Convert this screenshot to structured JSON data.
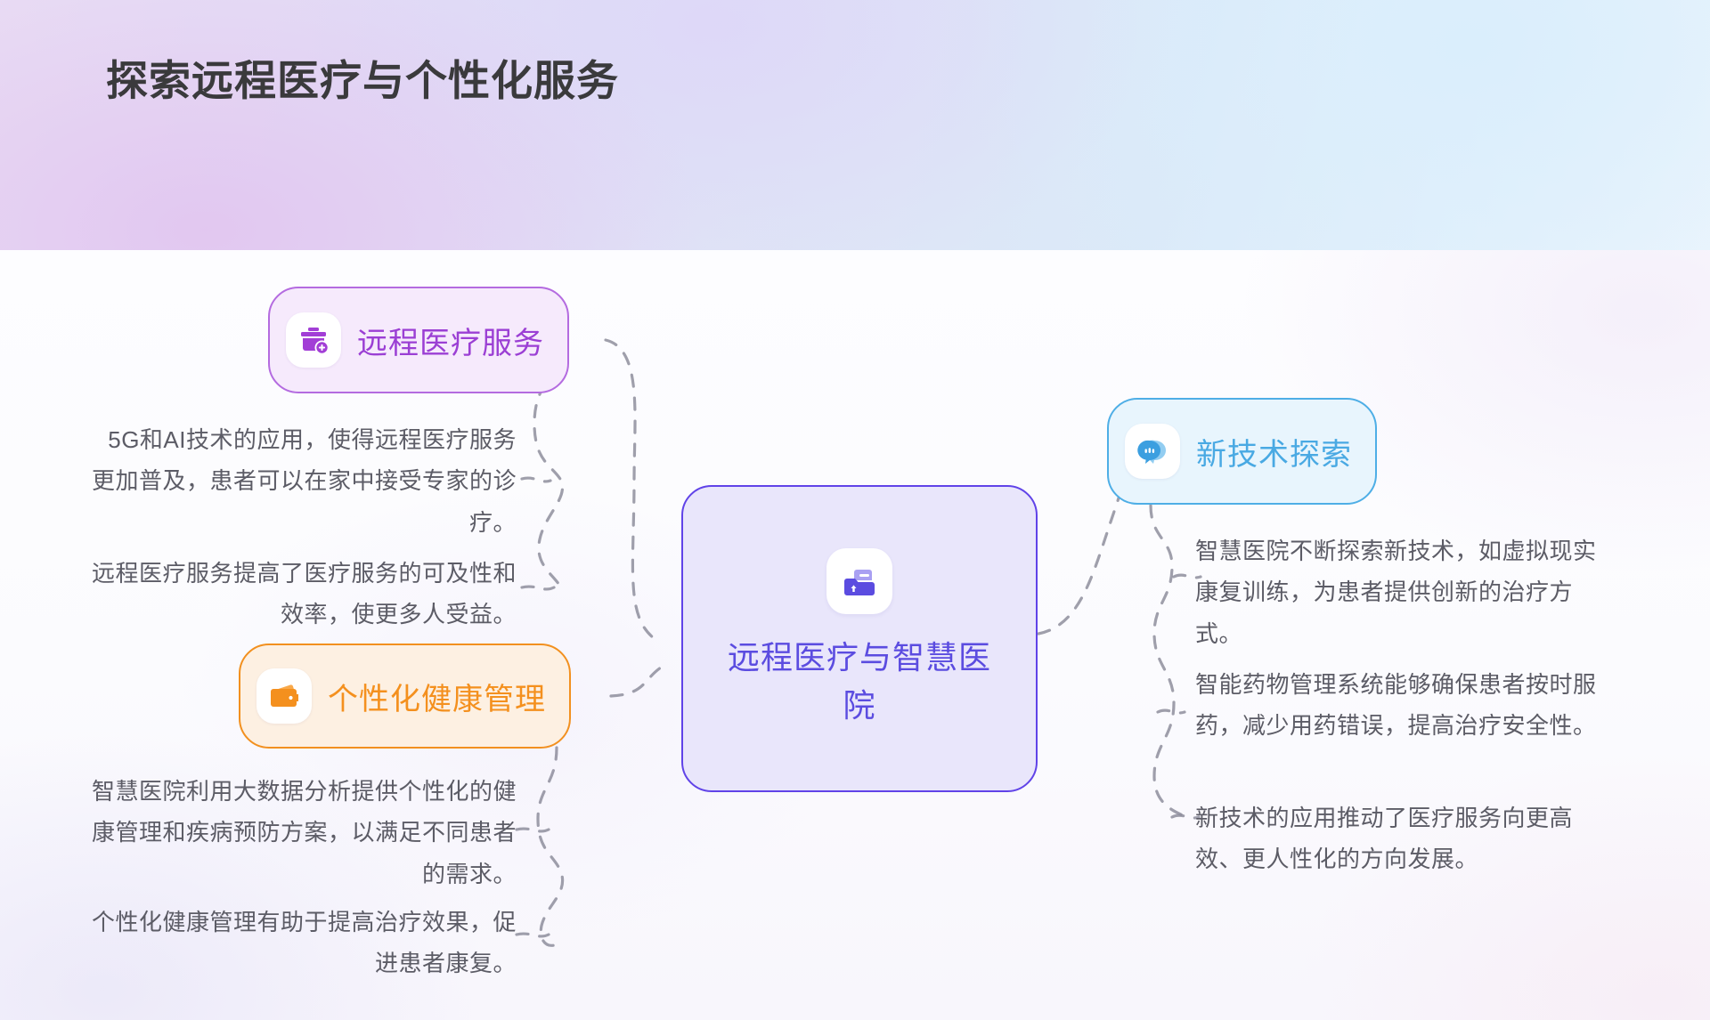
{
  "header": {
    "title": "探索远程医疗与个性化服务",
    "gradient_from": "#e9ddf4",
    "gradient_to": "#eef6fd"
  },
  "mindmap": {
    "center": {
      "label": "远程医疗与智慧医院",
      "icon": "folder-upload-icon",
      "border_color": "#6043e8",
      "fill_color": "#e9e6fb",
      "text_color": "#5b4ce0"
    },
    "branches": [
      {
        "id": "telemedicine-service",
        "label": "远程医疗服务",
        "icon": "medical-bag-plus-icon",
        "accent_color": "#9b3fd4",
        "border_color": "#b46be0",
        "fill_color": "#f6eafc",
        "notes": [
          "5G和AI技术的应用，使得远程医疗服务更加普及，患者可以在家中接受专家的诊疗。",
          "远程医疗服务提高了医疗服务的可及性和效率，使更多人受益。"
        ]
      },
      {
        "id": "personalized-health-management",
        "label": "个性化健康管理",
        "icon": "wallet-icon",
        "accent_color": "#f4901e",
        "border_color": "#f2901f",
        "fill_color": "#fdf0e2",
        "notes": [
          "智慧医院利用大数据分析提供个性化的健康管理和疾病预防方案，以满足不同患者的需求。",
          "个性化健康管理有助于提高治疗效果，促进患者康复。"
        ]
      },
      {
        "id": "new-technology-exploration",
        "label": "新技术探索",
        "icon": "chat-bubble-icon",
        "accent_color": "#49a9e3",
        "border_color": "#4eaee6",
        "fill_color": "#e8f5fd",
        "notes": [
          "智慧医院不断探索新技术，如虚拟现实康复训练，为患者提供创新的治疗方式。",
          "智能药物管理系统能够确保患者按时服药，减少用药错误，提高治疗安全性。",
          "新技术的应用推动了医疗服务向更高效、更人性化的方向发展。"
        ]
      }
    ],
    "connector_color": "#8a8a99",
    "connector_style": "dashed"
  }
}
